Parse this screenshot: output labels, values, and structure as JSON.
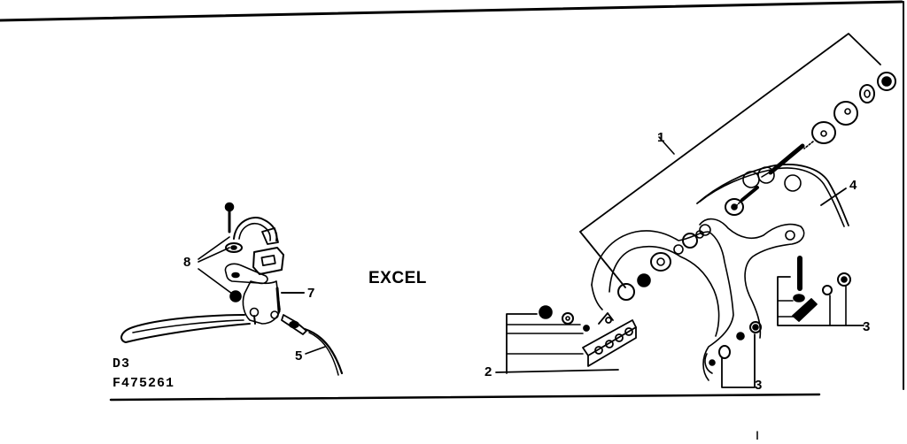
{
  "diagram": {
    "type": "exploded-parts-diagram",
    "subject": "bicycle caliper brake and brake lever assembly",
    "brand_label": "EXCEL",
    "codes": {
      "line1": "D3",
      "line2": "F475261"
    },
    "callouts": [
      {
        "id": "1",
        "label": "1",
        "refers_to": "caliper brake assembly (bracket group)"
      },
      {
        "id": "2",
        "label": "2",
        "refers_to": "brake shoe and pad set"
      },
      {
        "id": "3a",
        "label": "3",
        "refers_to": "cable anchor bolt, washer and nut"
      },
      {
        "id": "3b",
        "label": "3",
        "refers_to": "cable adjuster parts at caliper arm"
      },
      {
        "id": "4",
        "label": "4",
        "refers_to": "return spring"
      },
      {
        "id": "5",
        "label": "5",
        "refers_to": "brake cable"
      },
      {
        "id": "7",
        "label": "7",
        "refers_to": "brake lever body"
      },
      {
        "id": "8",
        "label": "8",
        "refers_to": "lever clamp screw, washer and nut"
      }
    ],
    "colors": {
      "ink": "#000000",
      "paper": "#ffffff"
    }
  }
}
